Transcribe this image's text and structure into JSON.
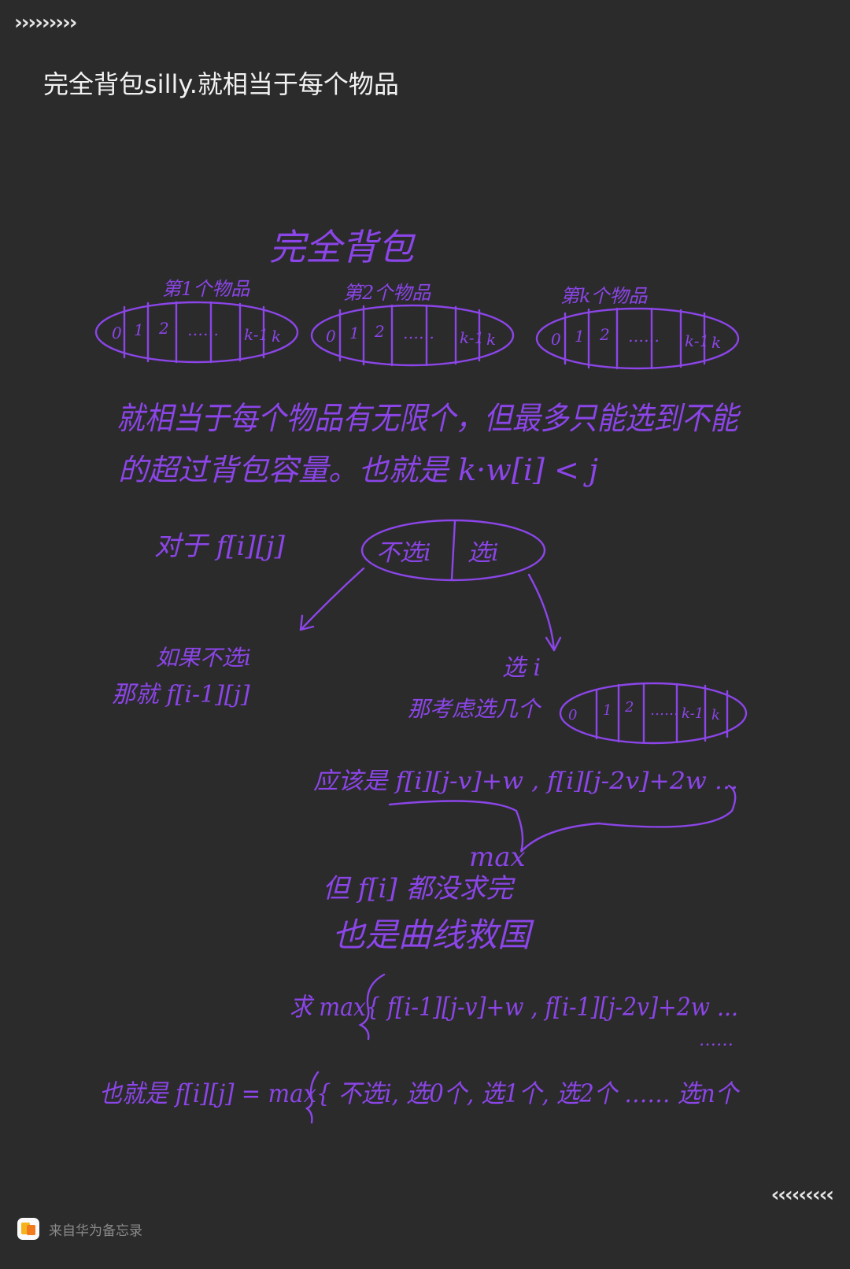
{
  "header": {
    "chevrons": "›››››››››",
    "title": "完全背包silly.就相当于每个物品"
  },
  "note": {
    "heading": "完全背包",
    "items": [
      {
        "label": "第1个物品",
        "cells": [
          "0",
          "1",
          "2",
          "……",
          "k-1",
          "k"
        ]
      },
      {
        "label": "第2个物品",
        "cells": [
          "0",
          "1",
          "2",
          "……",
          "k-1",
          "k"
        ]
      },
      {
        "label": "第k个物品",
        "cells": [
          "0",
          "1",
          "2",
          "……",
          "k-1",
          "k"
        ]
      }
    ],
    "line1": "就相当于每个物品有无限个，但最多只能选到不能",
    "line2": "的超过背包容量。也就是 k·w[i] < j",
    "for_f": "对于  f[i][j]",
    "choice_left": "不选i",
    "choice_right": "选i",
    "if_not_label": "如果不选i",
    "if_not_formula": "那就  f[i-1][j]",
    "choose_label": "选 i",
    "choose_question": "那考虑选几个",
    "choose_cells": [
      "0",
      "1",
      "2",
      "……",
      "k-1",
      "k"
    ],
    "should_formula": "应该是 f[i][j-v]+w , f[i][j-2v]+2w ...",
    "max_label": "max",
    "but_text": "但 f[i] 都没求完",
    "also_text": "也是曲线救国",
    "find_formula": "求 max{ f[i-1][j-v]+w , f[i-1][j-2v]+2w ...",
    "dots": "……",
    "final_formula": "也就是 f[i][j] = max{ 不选i, 选0个, 选1个, 选2个 …… 选n个"
  },
  "footer": {
    "chevrons": "‹‹‹‹‹‹‹‹‹",
    "source": "来自华为备忘录"
  },
  "colors": {
    "background": "#2b2b2b",
    "ink": "#8b45e8",
    "title_text": "#f2f2f2"
  }
}
